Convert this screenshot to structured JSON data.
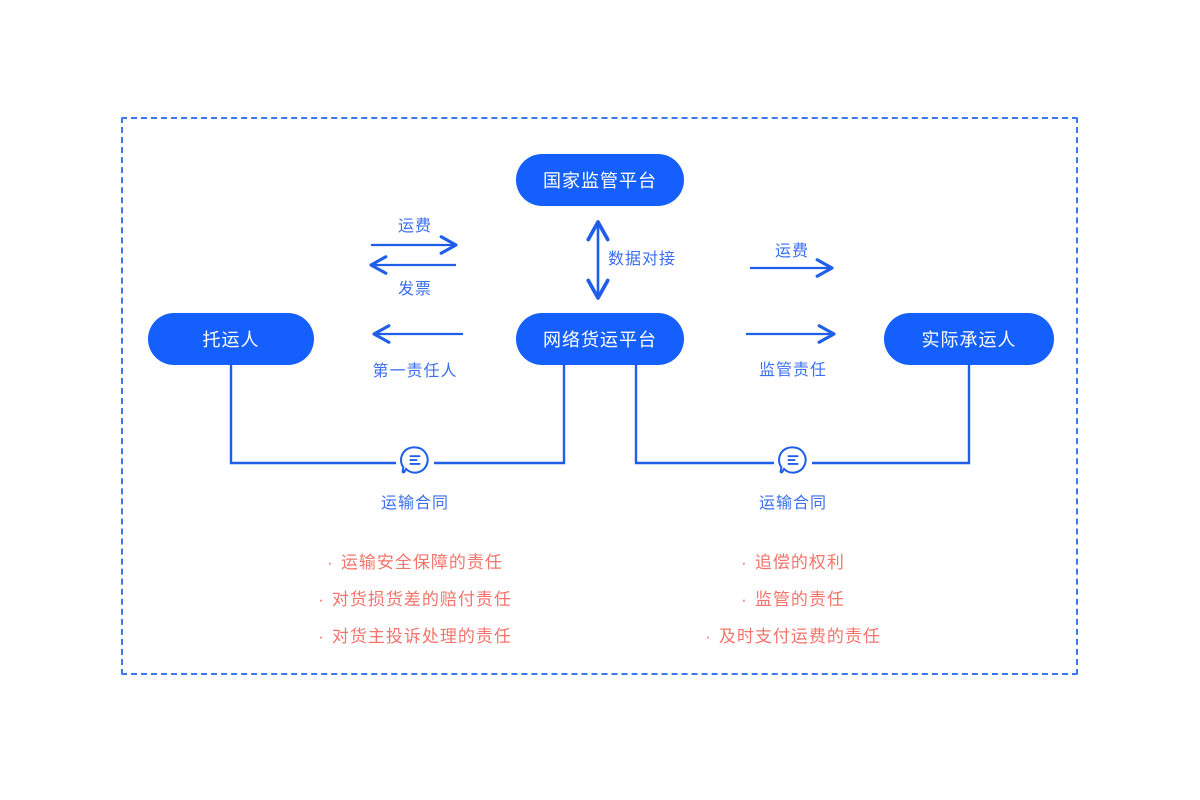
{
  "diagram": {
    "title_present": false,
    "colors": {
      "node_fill": "#1560fc",
      "node_text": "#ffffff",
      "line": "#1f5fe8",
      "label_text": "#3b6ef0",
      "dashed_border": "#3b78f0",
      "responsibility_text": "#f4746c",
      "background": "#ffffff"
    },
    "nodes": [
      {
        "id": "regulator",
        "label": "国家监管平台"
      },
      {
        "id": "shipper",
        "label": "托运人"
      },
      {
        "id": "platform",
        "label": "网络货运平台"
      },
      {
        "id": "carrier",
        "label": "实际承运人"
      }
    ],
    "edges": [
      {
        "id": "freight-left",
        "label": "运费",
        "from": "shipper",
        "to": "platform",
        "direction": "right"
      },
      {
        "id": "invoice-left",
        "label": "发票",
        "from": "platform",
        "to": "shipper",
        "direction": "left"
      },
      {
        "id": "data-link",
        "label": "数据对接",
        "from": "platform",
        "to": "regulator",
        "direction": "both"
      },
      {
        "id": "freight-right",
        "label": "运费",
        "from": "platform",
        "to": "carrier",
        "direction": "right"
      },
      {
        "id": "first-liable",
        "label": "第一责任人",
        "from": "platform",
        "to": "shipper",
        "direction": "left"
      },
      {
        "id": "supervise",
        "label": "监管责任",
        "from": "platform",
        "to": "carrier",
        "direction": "right"
      }
    ],
    "contracts": [
      {
        "id": "contract-left",
        "icon": "contract-document-icon",
        "caption": "运输合同",
        "between": [
          "shipper",
          "platform"
        ],
        "responsibilities": [
          "运输安全保障的责任",
          "对货损货差的赔付责任",
          "对货主投诉处理的责任"
        ]
      },
      {
        "id": "contract-right",
        "icon": "contract-document-icon",
        "caption": "运输合同",
        "between": [
          "platform",
          "carrier"
        ],
        "responsibilities": [
          "追偿的权利",
          "监管的责任",
          "及时支付运费的责任"
        ]
      }
    ],
    "bullet_char": "·"
  }
}
